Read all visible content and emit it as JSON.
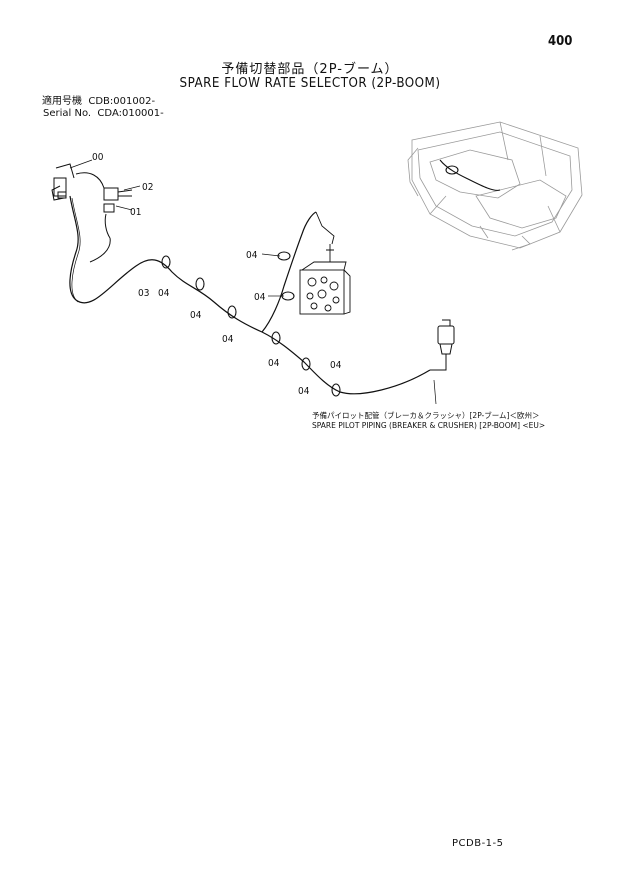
{
  "page_number": "400",
  "title_jp": "予備切替部品（2P-ブーム）",
  "title_en": "SPARE FLOW RATE SELECTOR (2P-BOOM)",
  "serial_lines": [
    "適用号機  CDB:001002-",
    "Serial No.  CDA:010001-"
  ],
  "part_labels": {
    "p00": "00",
    "p01": "01",
    "p02": "02",
    "p03": "03",
    "p04": "04"
  },
  "caption_jp": "予備パイロット配管（ブレーカ＆クラッシャ）[2P-ブーム]＜欧州＞",
  "caption_en": "SPARE PILOT PIPING (BREAKER & CRUSHER) [2P-BOOM] <EU>",
  "footer_code": "PCDB-1-5"
}
